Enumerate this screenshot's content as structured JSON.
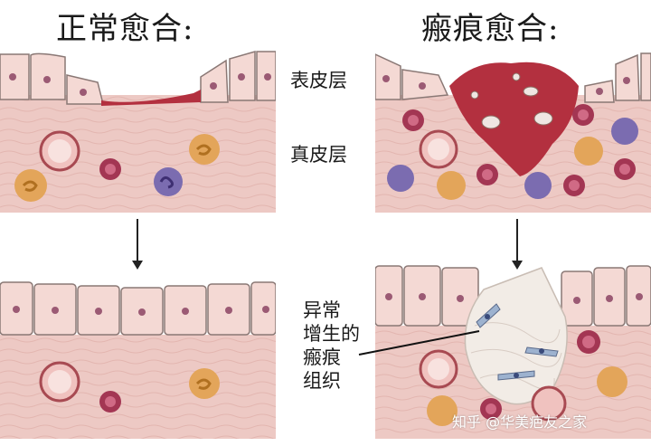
{
  "titles": {
    "normal": "正常愈合:",
    "scar": "瘢痕愈合:"
  },
  "layers": {
    "epidermis": "表皮层",
    "dermis": "真皮层"
  },
  "annotation": {
    "lines": [
      "异常",
      "增生的",
      "瘢痕",
      "组织"
    ]
  },
  "watermark": "知乎 @华美疤友之家",
  "colors": {
    "dermis": "#edc9c4",
    "epidermis_cell": "#f4d9d4",
    "cell_border": "#8a7875",
    "nucleus": "#9b5a74",
    "blood": "#b3303f",
    "scar_tissue": "#f2ece6"
  }
}
